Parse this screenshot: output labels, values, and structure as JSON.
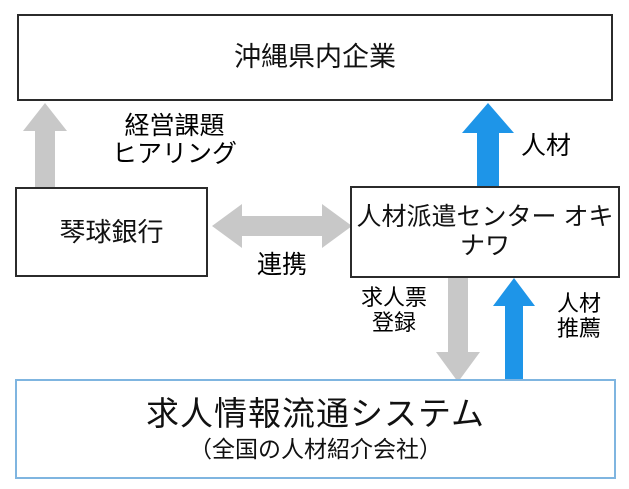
{
  "diagram": {
    "title_flow": "沖縄県内企業 – 琴球銀行 – 人材派遣センターオキナワ – 求人情報流通システム",
    "boxes": {
      "companies": {
        "label": "沖縄県内企業"
      },
      "bank": {
        "label": "琴球銀行"
      },
      "center": {
        "label": "人材派遣センター\nオキナワ"
      },
      "system": {
        "label_main": "求人情報流通システム",
        "label_sub": "（全国の人材紹介会社）"
      }
    },
    "arrow_labels": {
      "hearing": "経営課題\nヒアリング",
      "jinzai_top": "人材",
      "renkei": "連携",
      "kyujin_touroku": "求人票\n登録",
      "jinzai_suisen": "人材\n推薦"
    },
    "colors": {
      "box_border_dark": "#2b2b2b",
      "box_border_blue": "#7FB5E0",
      "arrow_gray": "#C8C8C8",
      "arrow_blue": "#1E95E8",
      "text": "#000000",
      "background": "#FFFFFF"
    },
    "arrows": [
      {
        "name": "bank-to-companies",
        "direction": "up",
        "color": "gray",
        "label": "経営課題ヒアリング"
      },
      {
        "name": "center-to-companies",
        "direction": "up",
        "color": "blue",
        "label": "人材"
      },
      {
        "name": "bank-center-link",
        "direction": "both",
        "color": "gray",
        "label": "連携"
      },
      {
        "name": "center-to-system",
        "direction": "down",
        "color": "gray",
        "label": "求人票登録"
      },
      {
        "name": "system-to-center",
        "direction": "up",
        "color": "blue",
        "label": "人材推薦"
      }
    ]
  }
}
